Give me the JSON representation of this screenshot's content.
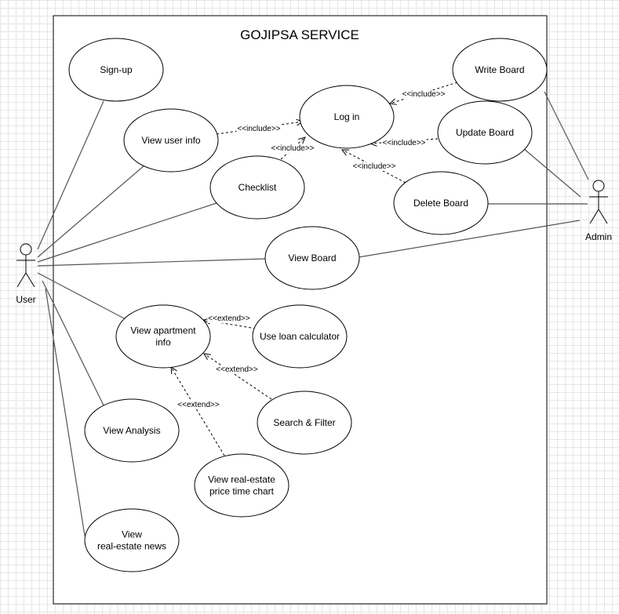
{
  "system": {
    "title": "GOJIPSA SERVICE"
  },
  "actors": [
    {
      "id": "user",
      "label": "User"
    },
    {
      "id": "admin",
      "label": "Admin"
    }
  ],
  "use_cases": [
    {
      "id": "signup",
      "lines": [
        "Sign-up"
      ]
    },
    {
      "id": "login",
      "lines": [
        "Log in"
      ]
    },
    {
      "id": "write",
      "lines": [
        "Write Board"
      ]
    },
    {
      "id": "viewuser",
      "lines": [
        "View user info"
      ]
    },
    {
      "id": "update",
      "lines": [
        "Update Board"
      ]
    },
    {
      "id": "checklist",
      "lines": [
        "Checklist"
      ]
    },
    {
      "id": "delete",
      "lines": [
        "Delete Board"
      ]
    },
    {
      "id": "viewboard",
      "lines": [
        "View Board"
      ]
    },
    {
      "id": "apt",
      "lines": [
        "View apartment",
        "info"
      ]
    },
    {
      "id": "loan",
      "lines": [
        "Use loan calculator"
      ]
    },
    {
      "id": "search",
      "lines": [
        "Search & Filter"
      ]
    },
    {
      "id": "analysis",
      "lines": [
        "View Analysis"
      ]
    },
    {
      "id": "pricechart",
      "lines": [
        "View real-estate",
        "price time chart"
      ]
    },
    {
      "id": "news",
      "lines": [
        "View",
        "real-estate news"
      ]
    }
  ],
  "associations": [
    {
      "actor": "user",
      "use_case": "signup"
    },
    {
      "actor": "user",
      "use_case": "viewuser"
    },
    {
      "actor": "user",
      "use_case": "checklist"
    },
    {
      "actor": "user",
      "use_case": "viewboard"
    },
    {
      "actor": "user",
      "use_case": "apt"
    },
    {
      "actor": "user",
      "use_case": "analysis"
    },
    {
      "actor": "user",
      "use_case": "news"
    },
    {
      "actor": "admin",
      "use_case": "write"
    },
    {
      "actor": "admin",
      "use_case": "update"
    },
    {
      "actor": "admin",
      "use_case": "delete"
    },
    {
      "actor": "admin",
      "use_case": "viewboard"
    }
  ],
  "relationships": [
    {
      "from": "viewuser",
      "to": "login",
      "label": "<<include>>"
    },
    {
      "from": "checklist",
      "to": "login",
      "label": "<<include>>"
    },
    {
      "from": "write",
      "to": "login",
      "label": "<<include>>"
    },
    {
      "from": "update",
      "to": "login",
      "label": "<<include>>"
    },
    {
      "from": "delete",
      "to": "login",
      "label": "<<include>>"
    },
    {
      "from": "loan",
      "to": "apt",
      "label": "<<extend>>"
    },
    {
      "from": "search",
      "to": "apt",
      "label": "<<extend>>"
    },
    {
      "from": "pricechart",
      "to": "apt",
      "label": "<<extend>>"
    }
  ]
}
